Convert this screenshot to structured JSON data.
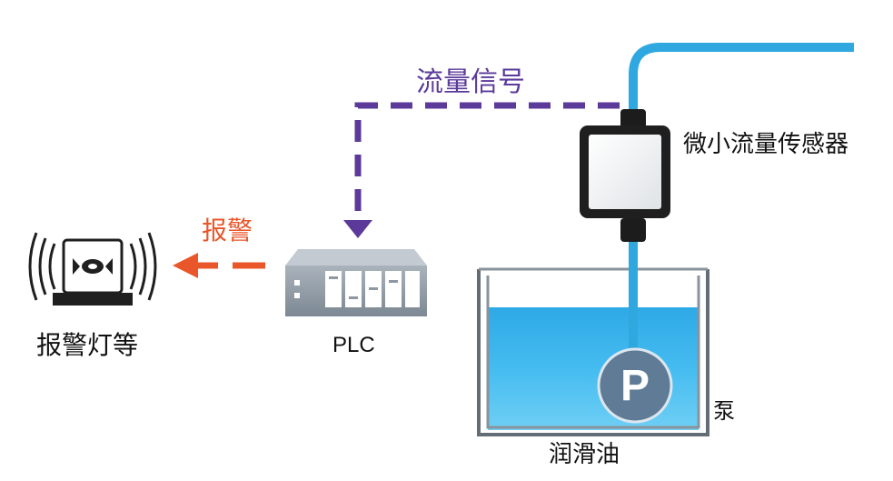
{
  "labels": {
    "flow_signal": "流量信号",
    "alarm": "报警",
    "sensor": "微小流量传感器",
    "alarm_lamp": "报警灯等",
    "plc": "PLC",
    "pump": "泵",
    "pump_symbol": "P",
    "lubricant": "润滑油"
  },
  "colors": {
    "signal_line": "#5b3a9a",
    "alarm_arrow": "#e8562a",
    "pipe": "#2fa8e0",
    "oil": "#37b2ec",
    "pump": "#607b96",
    "device_gray": "#8d98a2"
  },
  "icons": [
    "alarm-lamp-icon",
    "plc-unit-icon",
    "flow-sensor-icon",
    "pump-icon"
  ]
}
